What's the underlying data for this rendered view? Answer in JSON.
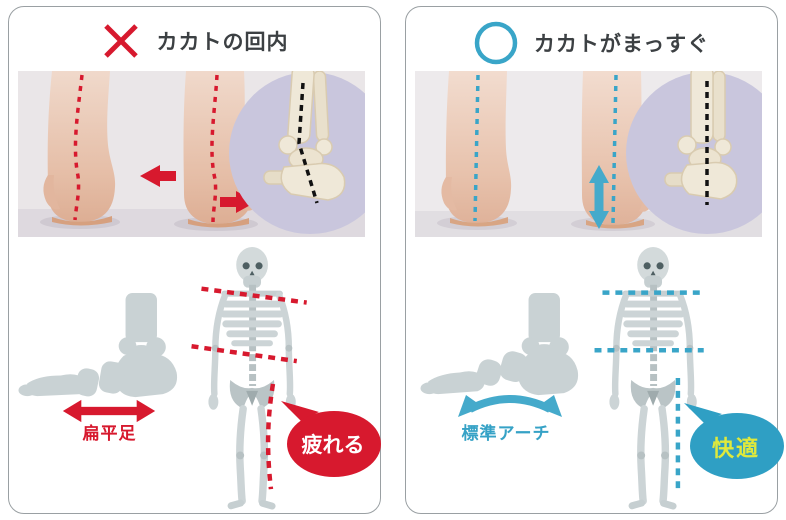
{
  "panels": {
    "left": {
      "verdict_icon": "cross-icon",
      "title": "カカトの回内",
      "accent_color": "#d7192e",
      "foot_label": "扁平足",
      "bubble_text": "疲れる",
      "bubble_fill": "#d7192e",
      "bubble_text_color": "#ffffff"
    },
    "right": {
      "verdict_icon": "circle-icon",
      "title": "カカトがまっすぐ",
      "accent_color": "#39a5c8",
      "foot_label": "標準アーチ",
      "bubble_text": "快適",
      "bubble_fill": "#2f9fc4",
      "bubble_text_color": "#dfe93c"
    }
  },
  "colors": {
    "title_text": "#3c4043",
    "skeleton_gray": "#ccd4d6",
    "foot_silhouette_gray": "#c9d2d4",
    "photo_background": "#eae6e8",
    "inset_background": "#c9c6dd",
    "bone_dashed_line": "#111111"
  }
}
